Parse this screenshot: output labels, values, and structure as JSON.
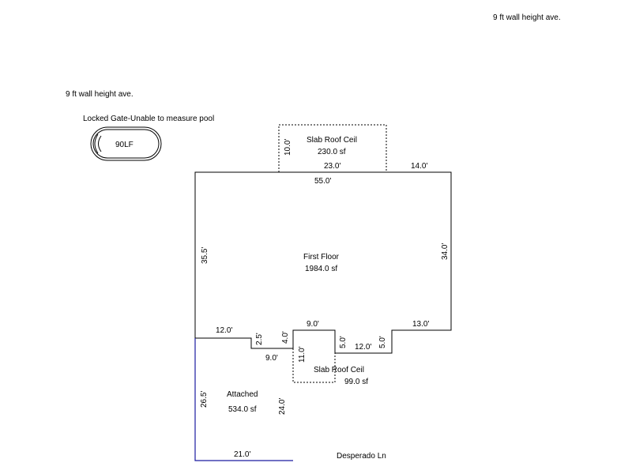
{
  "notes": {
    "wall_height_top": "9 ft wall height ave.",
    "wall_height_left": "9 ft wall height ave.",
    "pool_note": "Locked Gate-Unable to measure pool"
  },
  "pool": {
    "label": "90LF"
  },
  "areas": {
    "slab_top": {
      "name": "Slab Roof Ceil",
      "area": "230.0 sf"
    },
    "first_floor": {
      "name": "First Floor",
      "area": "1984.0 sf"
    },
    "slab_bottom": {
      "name": "Slab Roof Ceil",
      "area": "99.0 sf"
    },
    "attached": {
      "name": "Attached",
      "area": "534.0 sf"
    }
  },
  "dimensions": {
    "slab_top_side": "10.0'",
    "slab_top_width": "23.0'",
    "top_right": "14.0'",
    "top_total": "55.0'",
    "left_upper": "35.5'",
    "right_side": "34.0'",
    "bottom_left_run": "12.0'",
    "step_down": "2.5'",
    "step_run": "9.0'",
    "slab_bottom_left": "4.0'",
    "slab_bottom_top": "9.0'",
    "slab_bottom_depth": "11.0'",
    "slab_bottom_right": "5.0'",
    "bottom_mid_run": "12.0'",
    "bottom_rise": "5.0'",
    "bottom_right_run": "13.0'",
    "attached_left": "26.5'",
    "attached_right": "24.0'",
    "attached_bottom": "21.0'"
  },
  "street": {
    "name": "Desperado Ln"
  },
  "colors": {
    "lines": "#000000",
    "garage_wall": "#1a1aa0"
  }
}
